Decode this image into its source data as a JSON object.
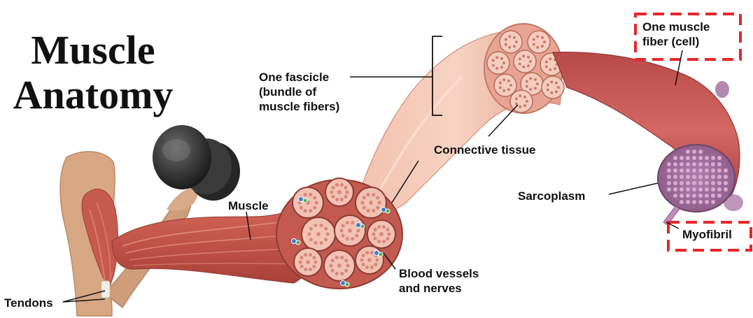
{
  "title": {
    "line1": "Muscle",
    "line2": "Anatomy"
  },
  "labels": {
    "one_fascicle": [
      "One fascicle",
      "(bundle of",
      "muscle fibers)"
    ],
    "one_muscle_fiber": [
      "One muscle",
      "fiber (cell)"
    ],
    "connective_tissue": "Connective tissue",
    "sarcoplasm": "Sarcoplasm",
    "muscle": "Muscle",
    "myofibril": "Myofibril",
    "blood_vessels": [
      "Blood vessels",
      "and nerves"
    ],
    "tendons": "Tendons"
  },
  "colors": {
    "highlight_box": "#e8262a",
    "skin": "#d9aa86",
    "muscle_red": "#c9544a",
    "fascicle_pink": "#eeb09c",
    "fiber_red": "#c3524f",
    "fiber_end": "#a1709a",
    "dumbbell": "#2a2a2a"
  }
}
